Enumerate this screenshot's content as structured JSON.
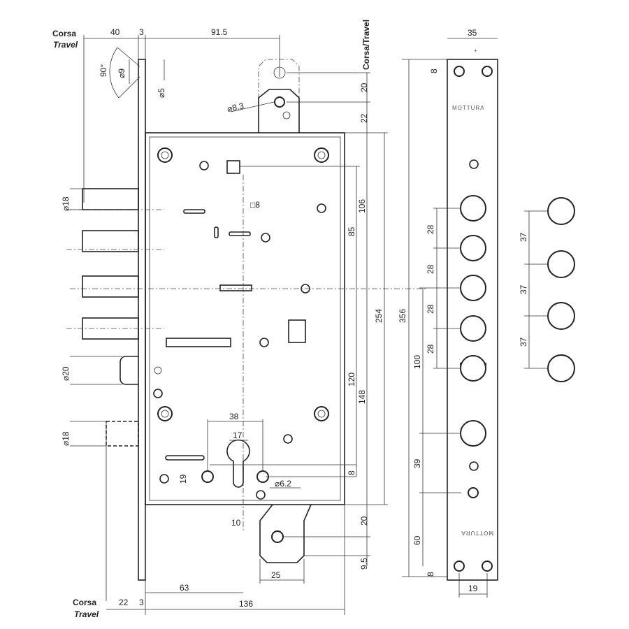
{
  "title": "Mottura lock technical drawing",
  "travel_top": {
    "it": "Corsa",
    "en": "Travel"
  },
  "travel_bottom": {
    "it": "Corsa",
    "en": "Travel"
  },
  "travel_latch": "Corsa/Travel",
  "brand_top": "MOTTURA",
  "brand_bottom": "MOTTURA",
  "dims": {
    "top_40": "40",
    "top_3": "3",
    "top_915": "91.5",
    "angle_90": "90°",
    "dia_9": "⌀9",
    "dia_5": "⌀5",
    "dia_83": "⌀8.3",
    "v_20_top": "20",
    "v_22_top": "22",
    "strike_35": "35",
    "strike_8_top": "8",
    "dia_18_top": "⌀18",
    "square_8": "□8",
    "v_106": "106",
    "v_85": "85",
    "v_254": "254",
    "v_356": "356",
    "v_120": "120",
    "v_148": "148",
    "v_8_cyl": "8",
    "strike_28": [
      "28",
      "28",
      "28",
      "28"
    ],
    "strike_100": "100",
    "strike_39": "39",
    "strike_60": "60",
    "strike_8_bottom": "8",
    "strike_19": "19",
    "round_37": [
      "37",
      "37",
      "37"
    ],
    "dia_20": "⌀20",
    "dia_18_bottom": "⌀18",
    "cyl_38": "38",
    "cyl_17": "17",
    "cyl_19": "19",
    "dia_62": "⌀6.2",
    "cyl_10": "10",
    "v_20_bottom": "20",
    "v_95": "9.5",
    "plate_25": "25",
    "bottom_22": "22",
    "bottom_3": "3",
    "bottom_63": "63",
    "bottom_136": "136"
  }
}
